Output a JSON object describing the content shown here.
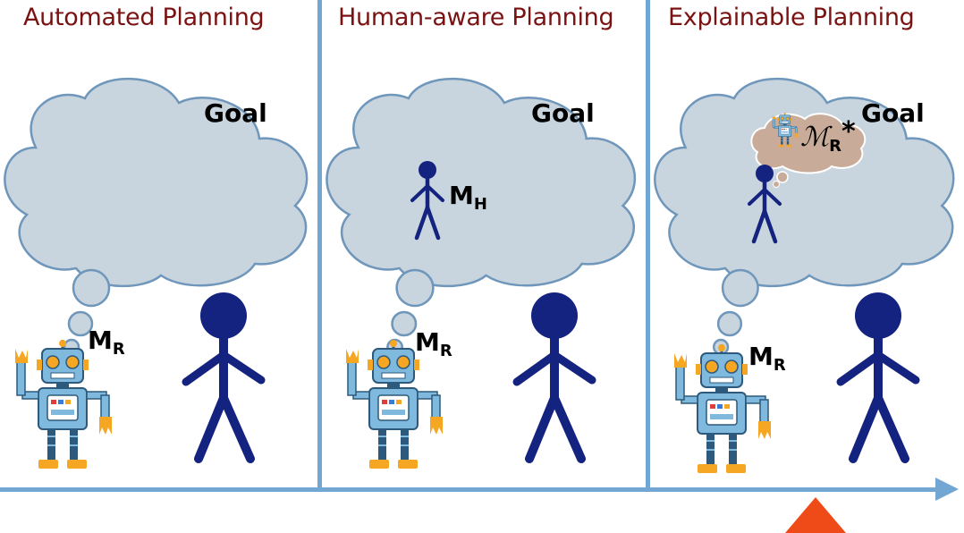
{
  "panels": [
    {
      "title": "Automated Planning",
      "goal": "Goal",
      "robot_model": {
        "base": "M",
        "sub": "R"
      }
    },
    {
      "title": "Human-aware Planning",
      "goal": "Goal",
      "robot_model": {
        "base": "M",
        "sub": "R"
      },
      "human_model": {
        "base": "M",
        "sub": "H"
      }
    },
    {
      "title": "Explainable Planning",
      "goal": "Goal",
      "robot_model": {
        "base": "M",
        "sub": "R"
      },
      "nested_model": {
        "base": "ℳ",
        "sub": "R",
        "sup": "*"
      }
    }
  ],
  "colors": {
    "title": "#7a1212",
    "cloud_fill": "#c9d5de",
    "cloud_stroke": "#6f96bb",
    "inner_cloud_fill": "#c9ab9a",
    "human": "#14237f",
    "robot_body": "#7fb9dd",
    "robot_accent": "#f5a623",
    "axis": "#72a6d3",
    "marker": "#ef4b18"
  },
  "icons": [
    "thought-cloud-icon",
    "robot-icon",
    "human-figure-icon",
    "timeline-arrow-icon",
    "triangle-marker-icon"
  ]
}
